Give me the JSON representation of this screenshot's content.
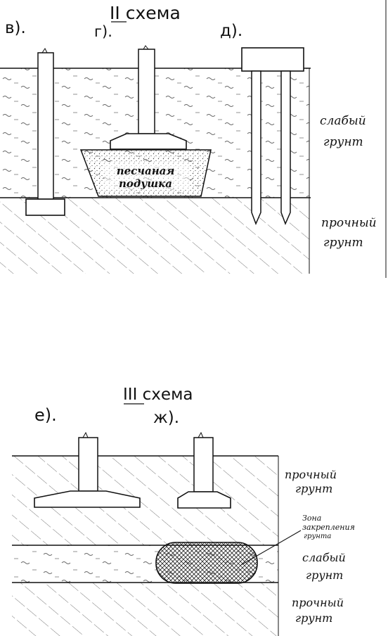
{
  "scheme2": {
    "title": "II схема",
    "label_v": "в).",
    "label_g": "г).",
    "label_d": "д).",
    "cushion_line1": "песчаная",
    "cushion_line2": "подушка",
    "weak_soil_line1": "слабый",
    "weak_soil_line2": "грунт",
    "strong_soil_line1": "прочный",
    "strong_soil_line2": "грунт"
  },
  "scheme3": {
    "title": "III схема",
    "label_e": "е).",
    "label_zh": "ж).",
    "strong_top_line1": "прочный",
    "strong_top_line2": "грунт",
    "zone_line1": "Зона",
    "zone_line2": "закрепления",
    "zone_line3": "грунта",
    "weak_line1": "слабый",
    "weak_line2": "грунт",
    "strong_bottom_line1": "прочный",
    "strong_bottom_line2": "грунт"
  }
}
